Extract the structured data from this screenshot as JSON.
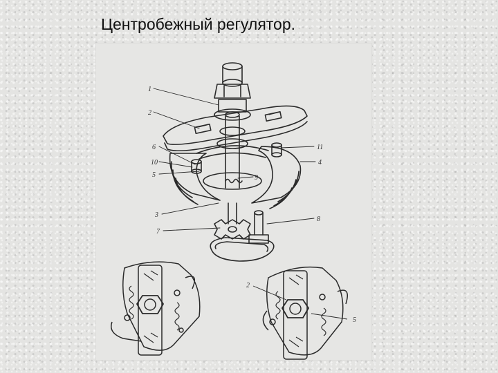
{
  "slide": {
    "title": "Центробежный регулятор."
  },
  "diagram": {
    "callouts_left": [
      "1",
      "2",
      "6",
      "10",
      "5",
      "3",
      "7"
    ],
    "callouts_right": [
      "11",
      "4",
      "9",
      "8"
    ],
    "callouts_bottom_right": [
      "2",
      "5"
    ],
    "ink_color": "#2a2a2a",
    "paper_color": "#e6e6e4"
  }
}
